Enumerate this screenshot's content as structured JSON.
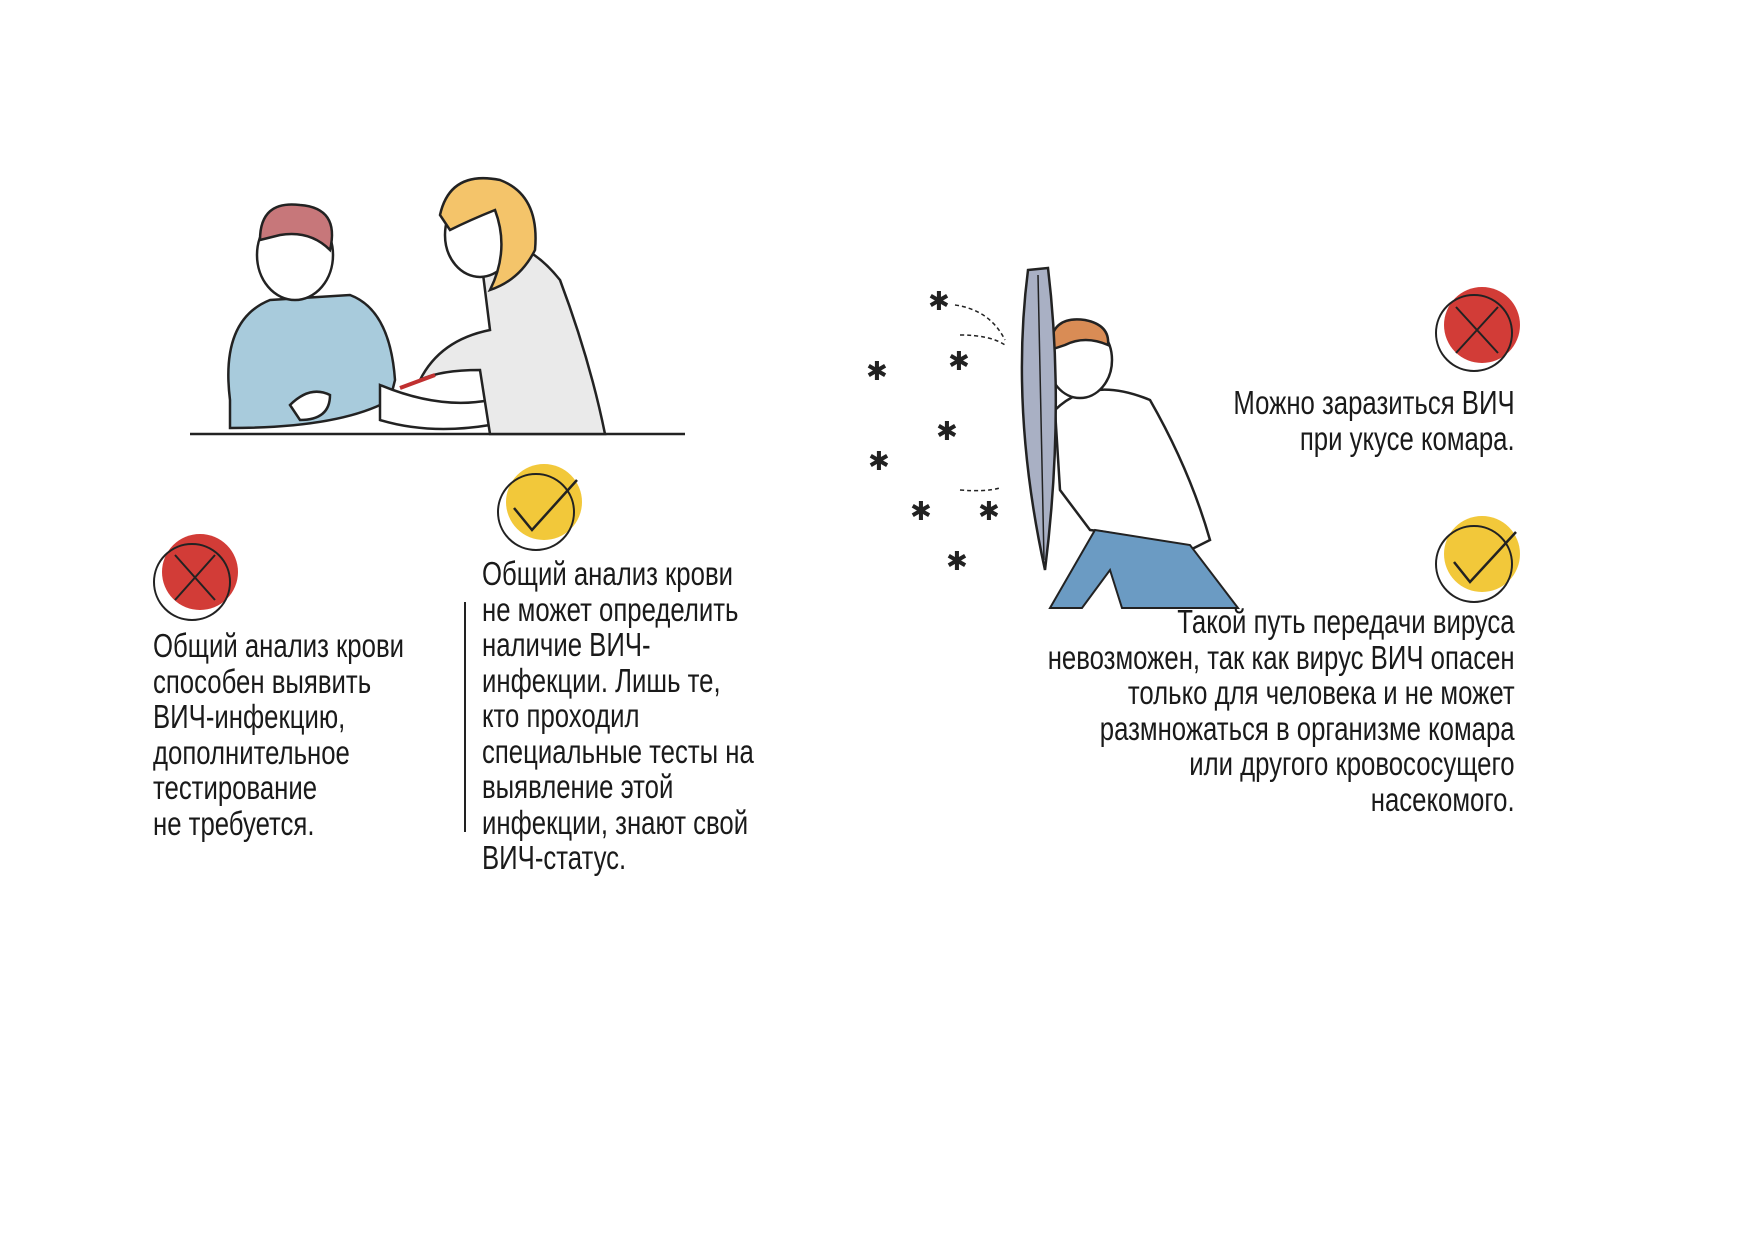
{
  "left_panel": {
    "myth": {
      "icon": "cross-icon",
      "color": "#d23c37",
      "lines": [
        "Общий анализ крови",
        "способен выявить",
        "ВИЧ-инфекцию,",
        "дополнительное",
        "тестирование",
        "не требуется."
      ]
    },
    "fact": {
      "icon": "check-icon",
      "color": "#f2c83a",
      "lines": [
        "Общий анализ крови",
        "не может определить",
        "наличие ВИЧ-",
        "инфекции. Лишь те,",
        "кто проходил",
        "специальные тесты на",
        "выявление этой",
        "инфекции, знают свой",
        "ВИЧ-статус."
      ]
    }
  },
  "right_panel": {
    "myth": {
      "icon": "cross-icon",
      "color": "#d23c37",
      "lines": [
        "Можно заразиться ВИЧ",
        "при укусе комара."
      ]
    },
    "fact": {
      "icon": "check-icon",
      "color": "#f2c83a",
      "lines": [
        "Такой путь передачи вируса",
        "невозможен, так как вирус ВИЧ опасен",
        "только для человека и не может",
        "размножаться в организме комара ",
        "или другого кровососущего",
        "насекомого."
      ]
    }
  }
}
